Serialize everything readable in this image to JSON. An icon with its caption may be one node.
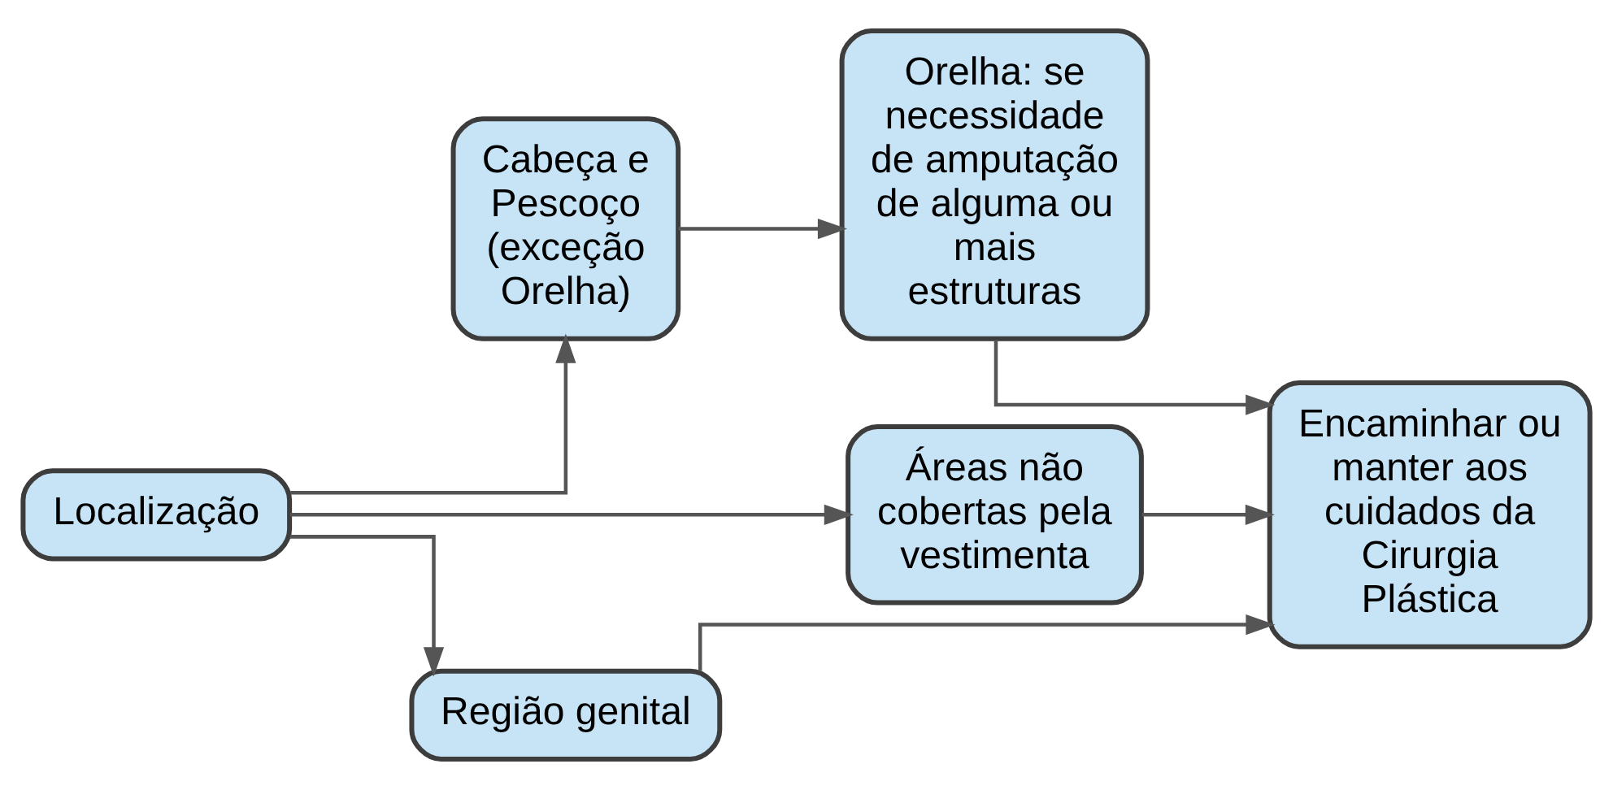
{
  "diagram": {
    "nodes": [
      {
        "text": [
          "Localização"
        ]
      },
      {
        "text": [
          "Cabeça e Pescoço (exceção Orelha)"
        ]
      },
      {
        "text": [
          "Orelha: se necessidade de amputação de alguma ou mais estruturas"
        ]
      },
      {
        "text": [
          "Áreas não cobertas pela vestimenta"
        ]
      },
      {
        "text": [
          "Região genital"
        ]
      },
      {
        "text": [
          "Encaminhar ou manter aos cuidados da Cirurgia Plástica"
        ]
      }
    ],
    "edges": [
      {
        "from": 0,
        "to": 1,
        "arrow": "to"
      },
      {
        "from": 0,
        "to": 3,
        "arrow": "to"
      },
      {
        "from": 0,
        "to": 4,
        "arrow": "to"
      },
      {
        "from": 1,
        "to": 2,
        "arrow": "to"
      },
      {
        "from": 2,
        "to": 5,
        "arrow": "to"
      },
      {
        "from": 3,
        "to": 5,
        "arrow": "to"
      },
      {
        "from": 4,
        "to": 5,
        "arrow": "to"
      }
    ]
  }
}
